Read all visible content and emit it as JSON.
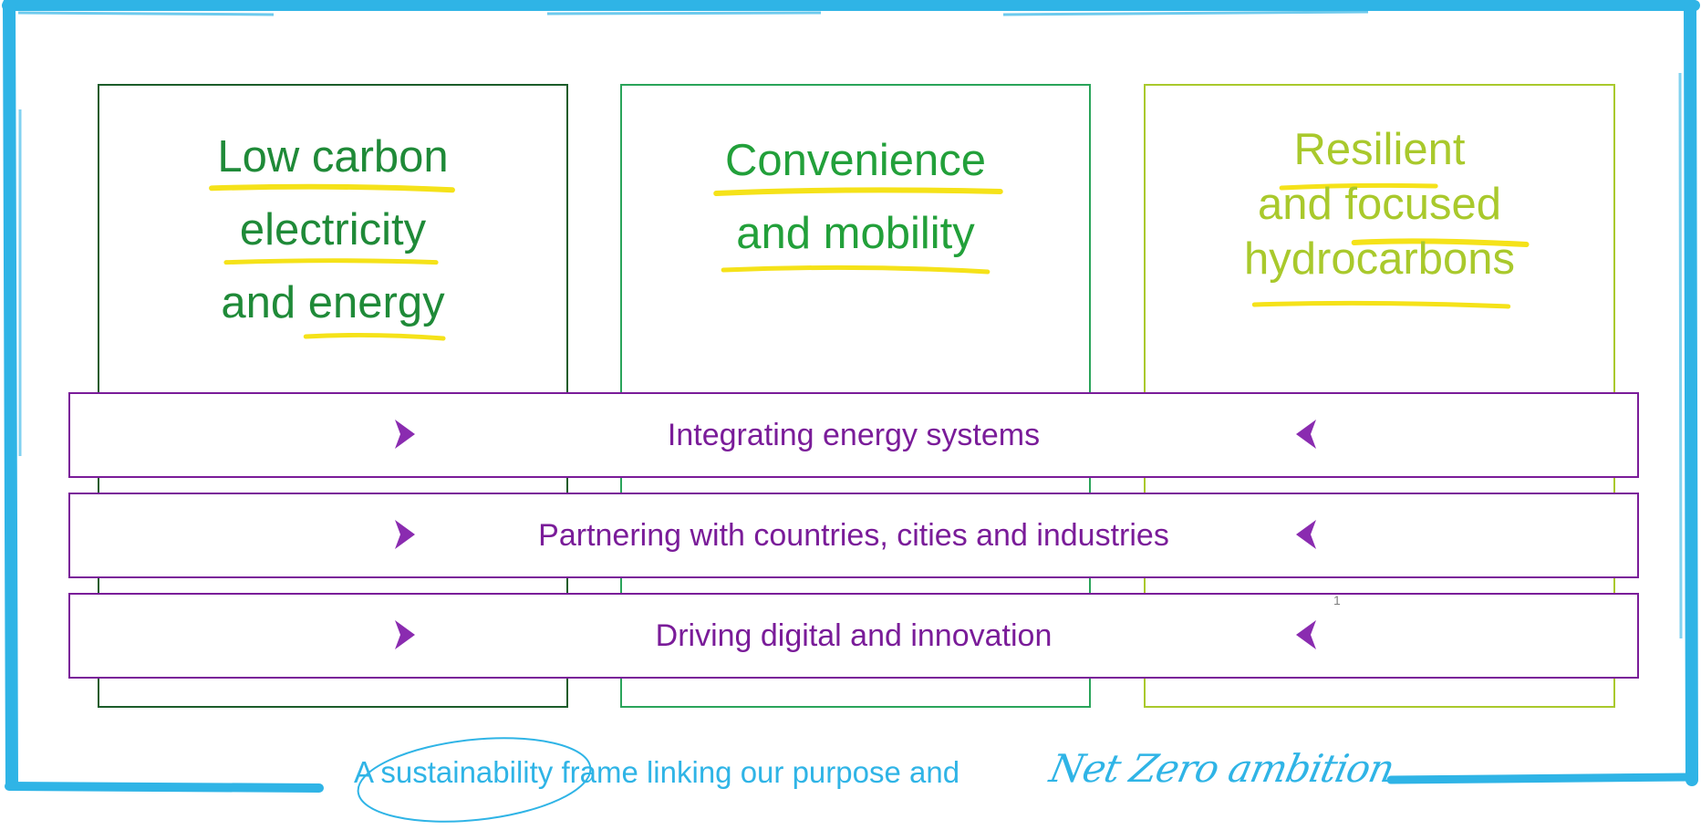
{
  "pillars": [
    {
      "title_lines": [
        "Low carbon",
        "electricity",
        "and energy"
      ],
      "color": "#1f8a38",
      "border_color": "#1c5c2a"
    },
    {
      "title_lines": [
        "Convenience",
        "and mobility"
      ],
      "color": "#22a03a",
      "border_color": "#2aa45a"
    },
    {
      "title_lines": [
        "Resilient",
        "and focused",
        "hydrocarbons"
      ],
      "color": "#a9c92c",
      "border_color": "#a9c92c"
    }
  ],
  "bands": [
    {
      "label": "Integrating energy systems"
    },
    {
      "label": "Partnering with countries, cities and industries"
    },
    {
      "label": "Driving digital and innovation"
    }
  ],
  "footnote": "1",
  "tagline": {
    "text": "A sustainability frame linking our purpose and",
    "script": "Net Zero ambition"
  },
  "colors": {
    "frame": "#2fb4e6",
    "band": "#7a1c99",
    "highlight": "#f5e219",
    "chevron": "#8a2bb0"
  },
  "icons": {
    "band_left": "chevron-right-icon",
    "band_right": "chevron-left-icon"
  }
}
